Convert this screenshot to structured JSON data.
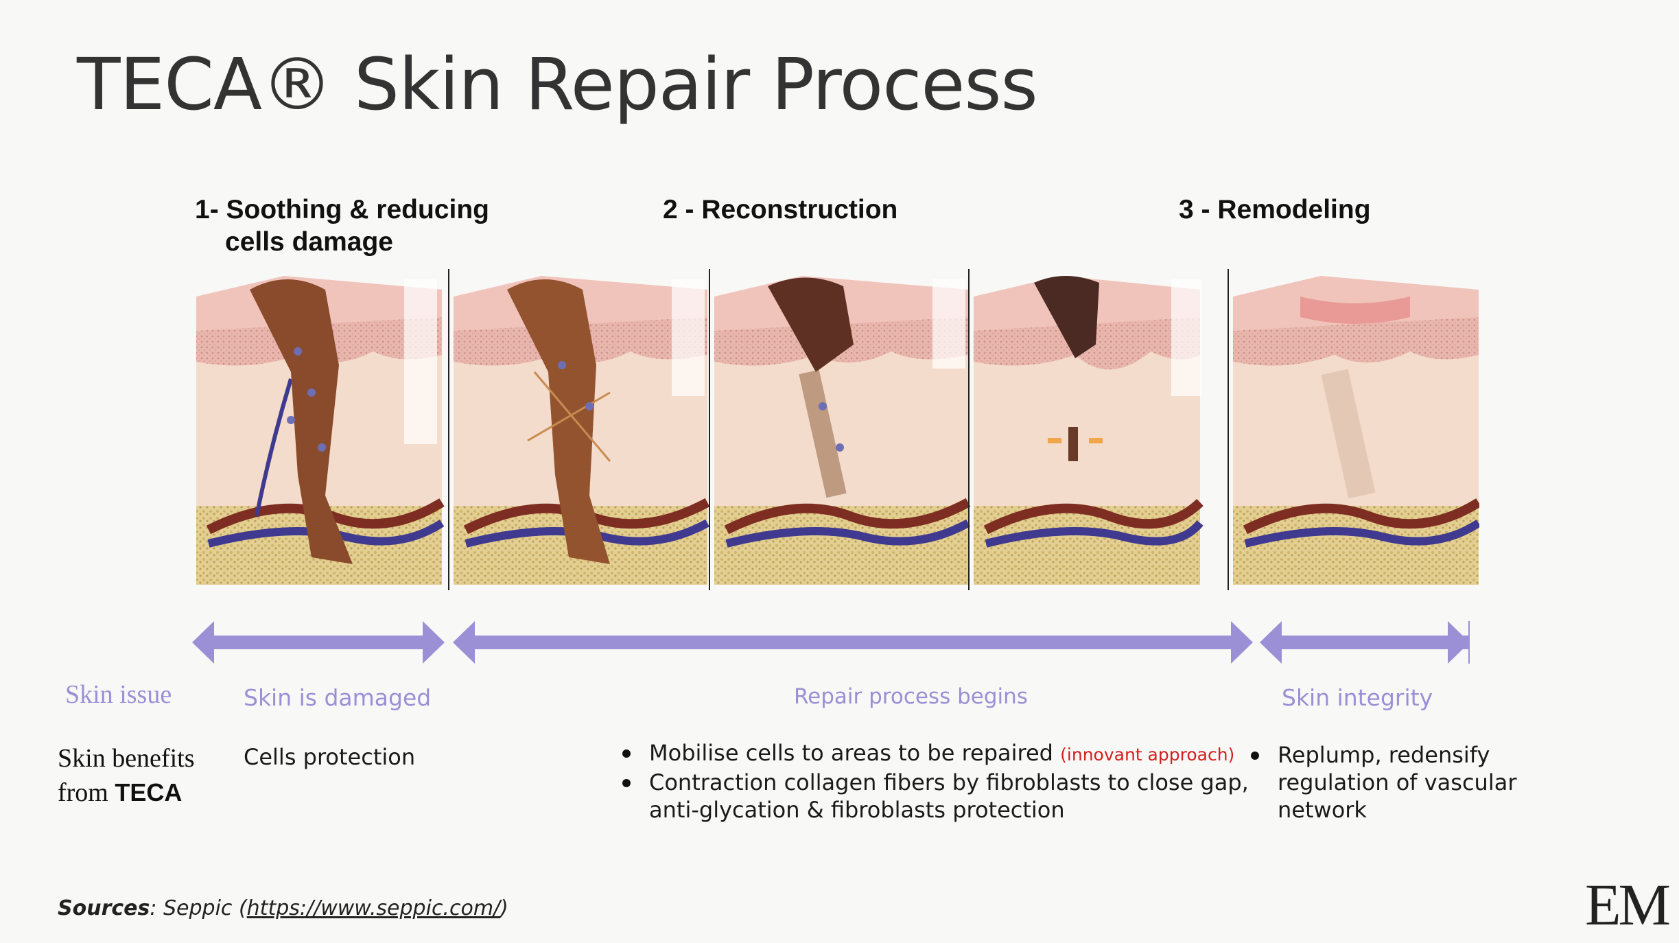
{
  "title": "TECA® Skin Repair Process",
  "stages": {
    "s1_line1": "1- Soothing & reducing",
    "s1_line2": "cells damage",
    "s2": "2 - Reconstruction",
    "s3": "3 - Remodeling"
  },
  "colors": {
    "arrow": "#9b8fd6",
    "note": "#d22020",
    "skin": "#f1c6bd",
    "dermis": "#f3dccb",
    "fat": "#e2cb8a",
    "blood": "#7b3a25",
    "vein": "#3f3a8f"
  },
  "row_labels": {
    "skin_issue": "Skin issue",
    "benefits_line1": "Skin benefits",
    "benefits_line2_prefix": "from ",
    "benefits_line2_bold": "TECA"
  },
  "issues": {
    "i1": "Skin is damaged",
    "i2": "Repair process begins",
    "i3": "Skin integrity"
  },
  "benefits": {
    "b1": "Cells protection",
    "b2_item1": "Mobilise cells to areas to be repaired ",
    "b2_item1_note": "(innovant approach)",
    "b2_item2": "Contraction collagen fibers by fibroblasts to close gap, anti-glycation & fibroblasts protection",
    "b3_item1": "Replump, redensify regulation of vascular network"
  },
  "sources": {
    "label": "Sources",
    "text": ": Seppic (",
    "url": "https://www.seppic.com/",
    "close": ")"
  },
  "logo": "EM"
}
